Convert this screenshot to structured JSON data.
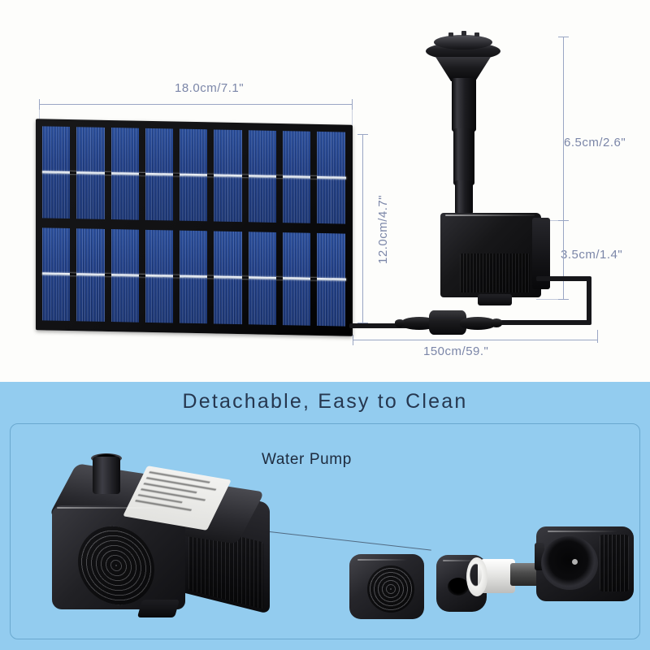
{
  "top_section": {
    "dimensions": {
      "panel_width": "18.0cm/7.1\"",
      "panel_height": "12.0cm/4.7\"",
      "fountain_height": "6.5cm/2.6\"",
      "pump_height": "3.5cm/1.4\"",
      "cable_length": "150cm/59.\""
    },
    "parts": {
      "solar_panel": "solar-panel",
      "fountain_head": "fountain-head",
      "water_pump": "water-pump",
      "cable_connector": "cable-connector"
    }
  },
  "bottom_section": {
    "title": "Detachable, Easy to Clean",
    "pump_label": "Water Pump",
    "spec_label_lines": [
      "",
      "",
      "",
      "",
      "",
      ""
    ],
    "exploded_parts": {
      "filter_cover": "filter-cover",
      "gasket": "rubber-gasket",
      "impeller": "impeller",
      "pump_housing": "pump-housing"
    }
  },
  "colors": {
    "blue_background": "#93ccef",
    "card_border": "#6aa8cf",
    "title_text": "#26374f",
    "dimension_line": "#9aa6c4",
    "dimension_text": "#7b86a8",
    "solar_cell": "#22418a",
    "panel_frame": "#101012"
  }
}
